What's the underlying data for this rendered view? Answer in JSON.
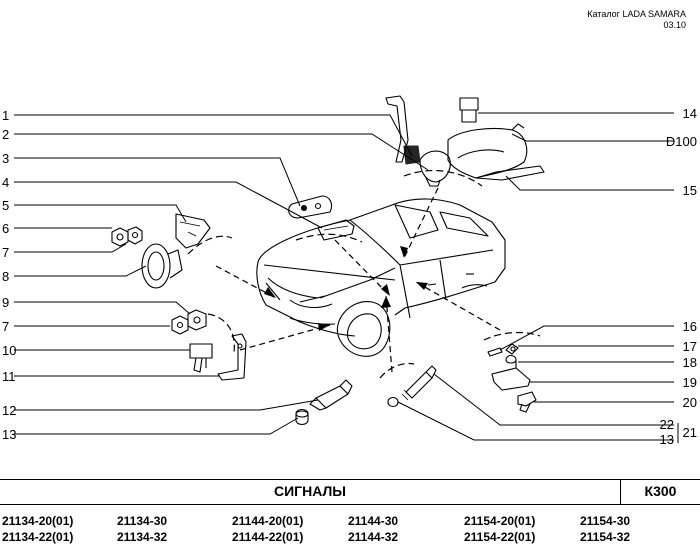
{
  "header": {
    "catalog_label": "Каталог  LADA SAMARA",
    "date": "03.10"
  },
  "diagram": {
    "labels_left": [
      "1",
      "2",
      "3",
      "4",
      "5",
      "6",
      "7",
      "8",
      "9",
      "7",
      "10",
      "11",
      "12",
      "13"
    ],
    "labels_right": [
      "14",
      "D100",
      "15",
      "16",
      "17",
      "18",
      "19",
      "20"
    ],
    "group_labels": [
      "22",
      "13",
      "21"
    ]
  },
  "footer": {
    "title": "СИГНАЛЫ",
    "code": "К300",
    "models": [
      [
        "21134-20(01)",
        "21134-22(01)"
      ],
      [
        "21134-30",
        "21134-32"
      ],
      [
        "21144-20(01)",
        "21144-22(01)"
      ],
      [
        "21144-30",
        "21144-32"
      ],
      [
        "21154-20(01)",
        "21154-22(01)"
      ],
      [
        "21154-30",
        "21154-32"
      ]
    ]
  }
}
